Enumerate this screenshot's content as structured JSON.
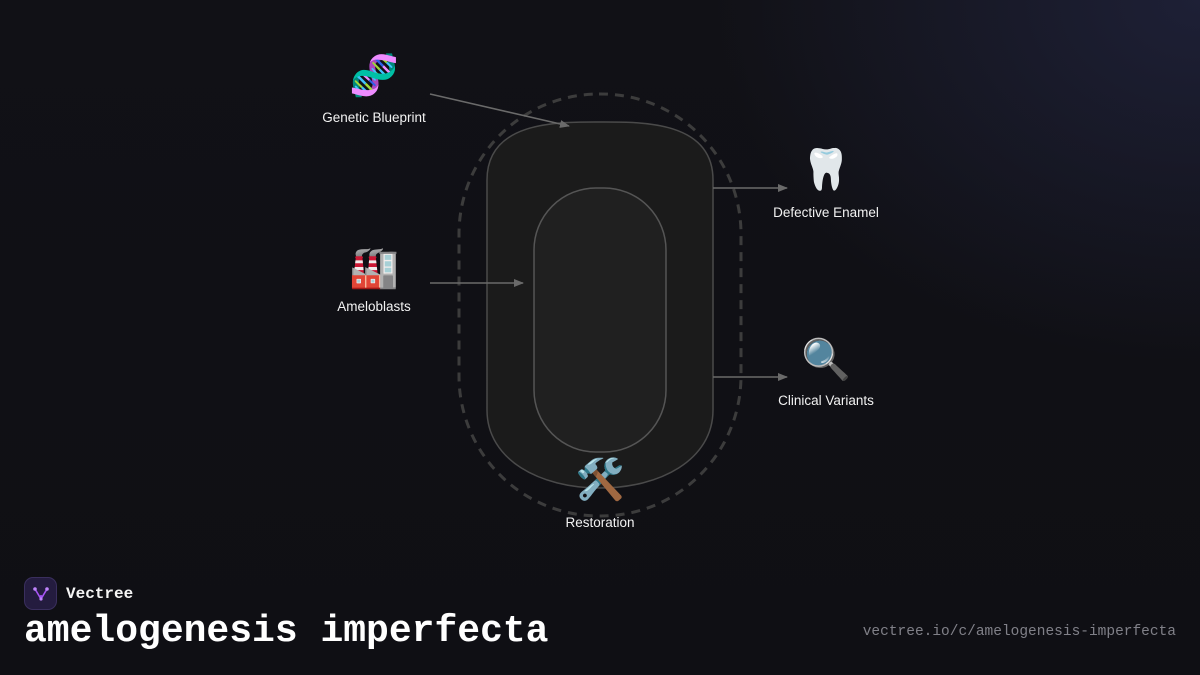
{
  "nodes": {
    "genetic_blueprint": {
      "icon": "dna-icon",
      "glyph": "🧬",
      "label": "Genetic Blueprint"
    },
    "ameloblasts": {
      "icon": "factory-icon",
      "glyph": "🏭",
      "label": "Ameloblasts"
    },
    "defective_enamel": {
      "icon": "tooth-icon",
      "glyph": "🦷",
      "label": "Defective Enamel"
    },
    "clinical_variants": {
      "icon": "magnifying-glass-icon",
      "glyph": "🔍",
      "label": "Clinical Variants"
    },
    "restoration": {
      "icon": "hammer-and-wrench-icon",
      "glyph": "🛠️",
      "label": "Restoration"
    }
  },
  "edges": [
    {
      "from": "genetic_blueprint",
      "to": "center-capsule"
    },
    {
      "from": "ameloblasts",
      "to": "center-capsule"
    },
    {
      "from": "center-capsule",
      "to": "defective_enamel"
    },
    {
      "from": "center-capsule",
      "to": "clinical_variants"
    }
  ],
  "footer": {
    "brand_name": "Vectree",
    "brand_icon": "vectree-logo-icon",
    "title": "amelogenesis imperfecta",
    "url": "vectree.io/c/amelogenesis-imperfecta"
  },
  "colors": {
    "background": "#111116",
    "capsule_fill": "#1b1b1b",
    "stroke": "#5a5a5a",
    "dashed_ring": "#3c3c3c",
    "brand_accent": "#a855f7"
  }
}
